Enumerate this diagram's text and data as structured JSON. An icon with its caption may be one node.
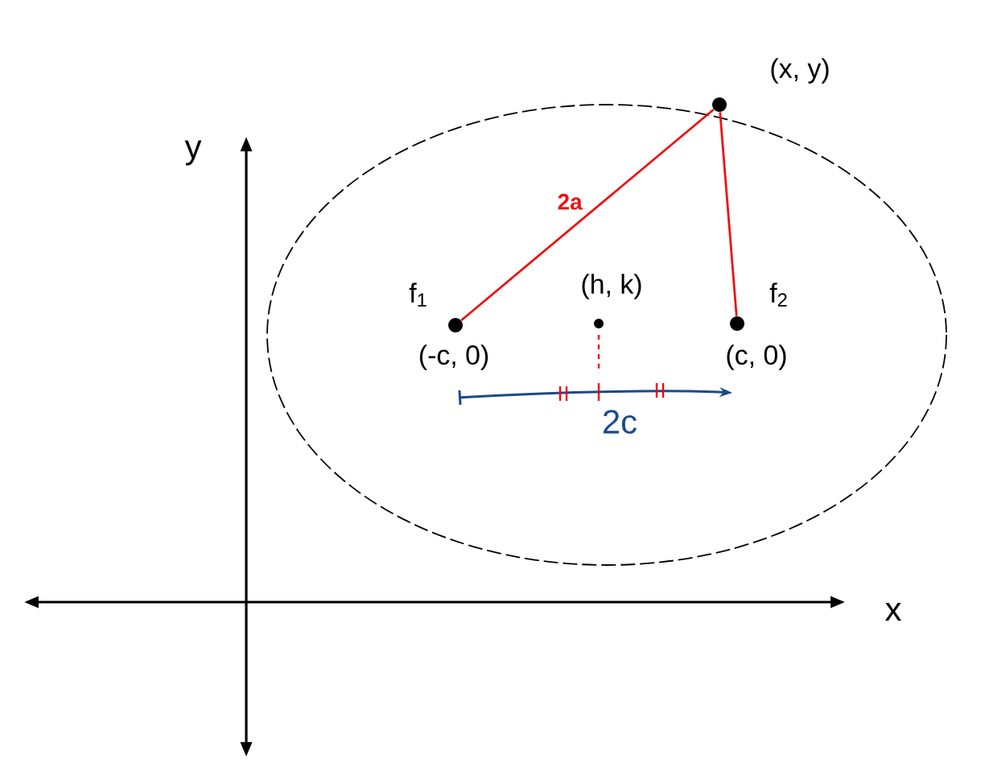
{
  "diagram": {
    "nodes": [
      {
        "text": [
          "(x, y)"
        ]
      },
      {
        "text": [
          "f$_{1}$",
          "(-c, 0)"
        ]
      },
      {
        "text": [
          "(h, k)"
        ]
      },
      {
        "text": [
          "f$_{2}$",
          "(c, 0)"
        ]
      }
    ],
    "edges": [
      {
        "from": 0,
        "to": 1,
        "arrow": "none",
        "label": "2a",
        "color": "#ee1111"
      },
      {
        "from": 0,
        "to": 3,
        "arrow": "none",
        "color": "#ee1111"
      }
    ],
    "labels": [
      "y",
      "x",
      "2c"
    ]
  }
}
